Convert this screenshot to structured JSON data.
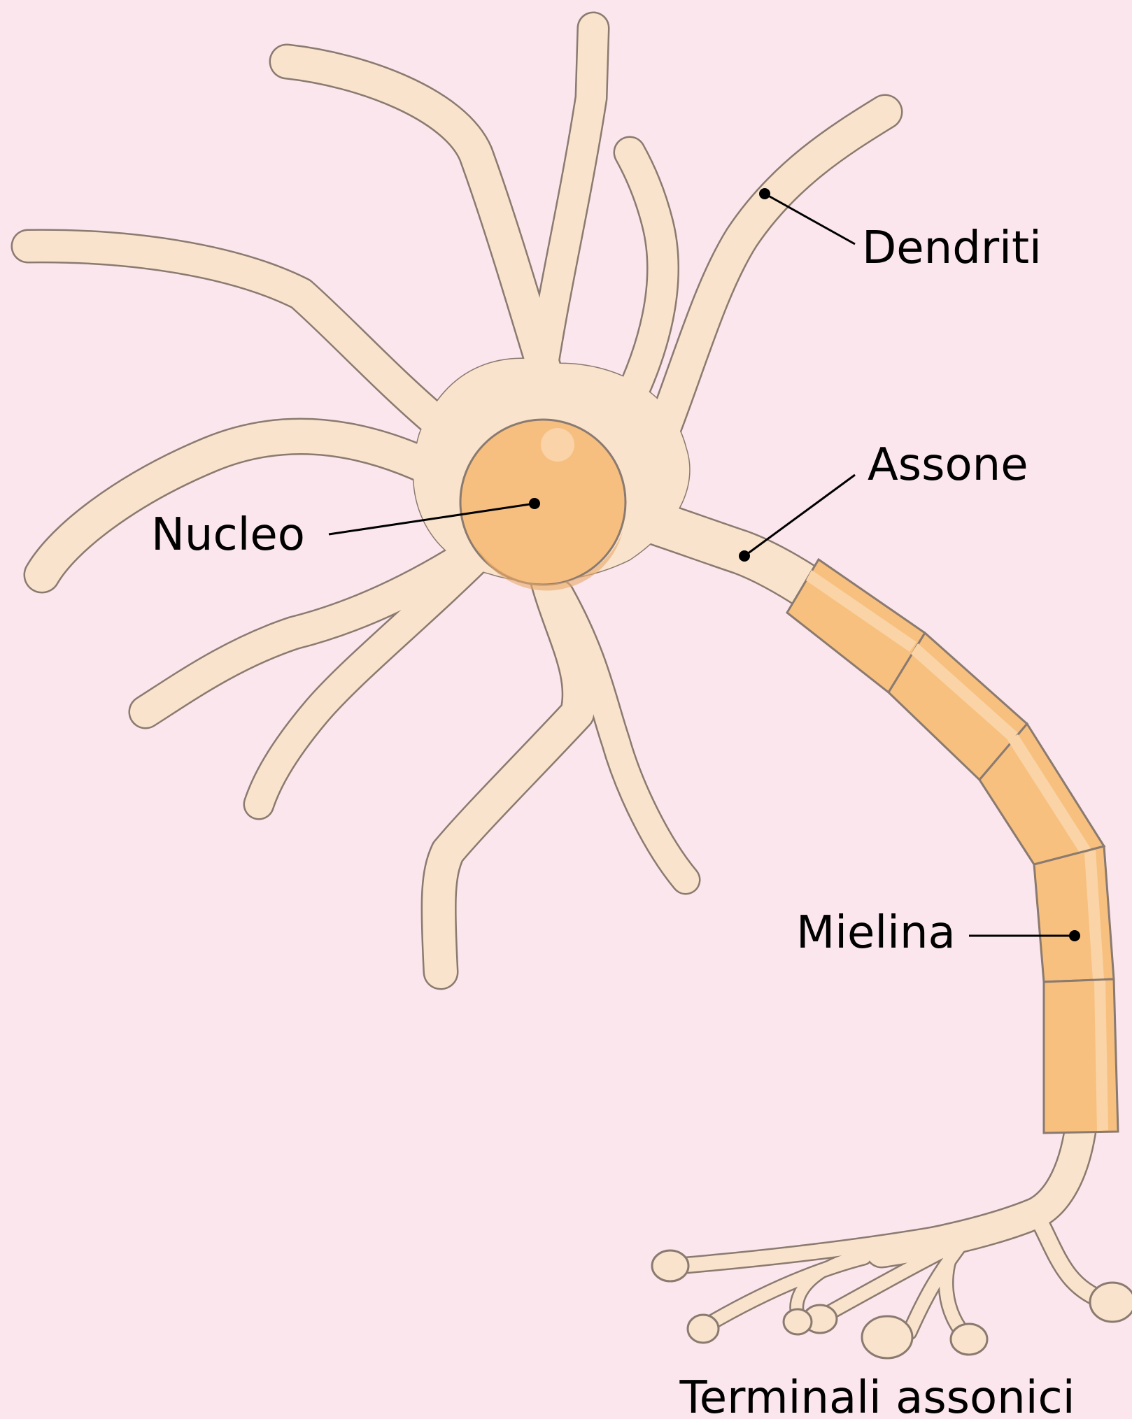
{
  "diagram": {
    "subject": "neuron",
    "labels": {
      "dendrites": "Dendriti",
      "axon": "Assone",
      "nucleus": "Nucleo",
      "myelin": "Mielina",
      "axon_terminals": "Terminali assonici"
    },
    "colors": {
      "background": "#fbe6ee",
      "cell_fill": "#f9e3cc",
      "cell_outline": "#8a7a70",
      "nucleus_fill": "#f7bf7f",
      "nucleus_outline": "#8a7a70",
      "myelin_fill": "#f7c07f",
      "myelin_light": "#fad4a6",
      "myelin_outline": "#8a7a70",
      "leader_line": "#000000"
    }
  }
}
